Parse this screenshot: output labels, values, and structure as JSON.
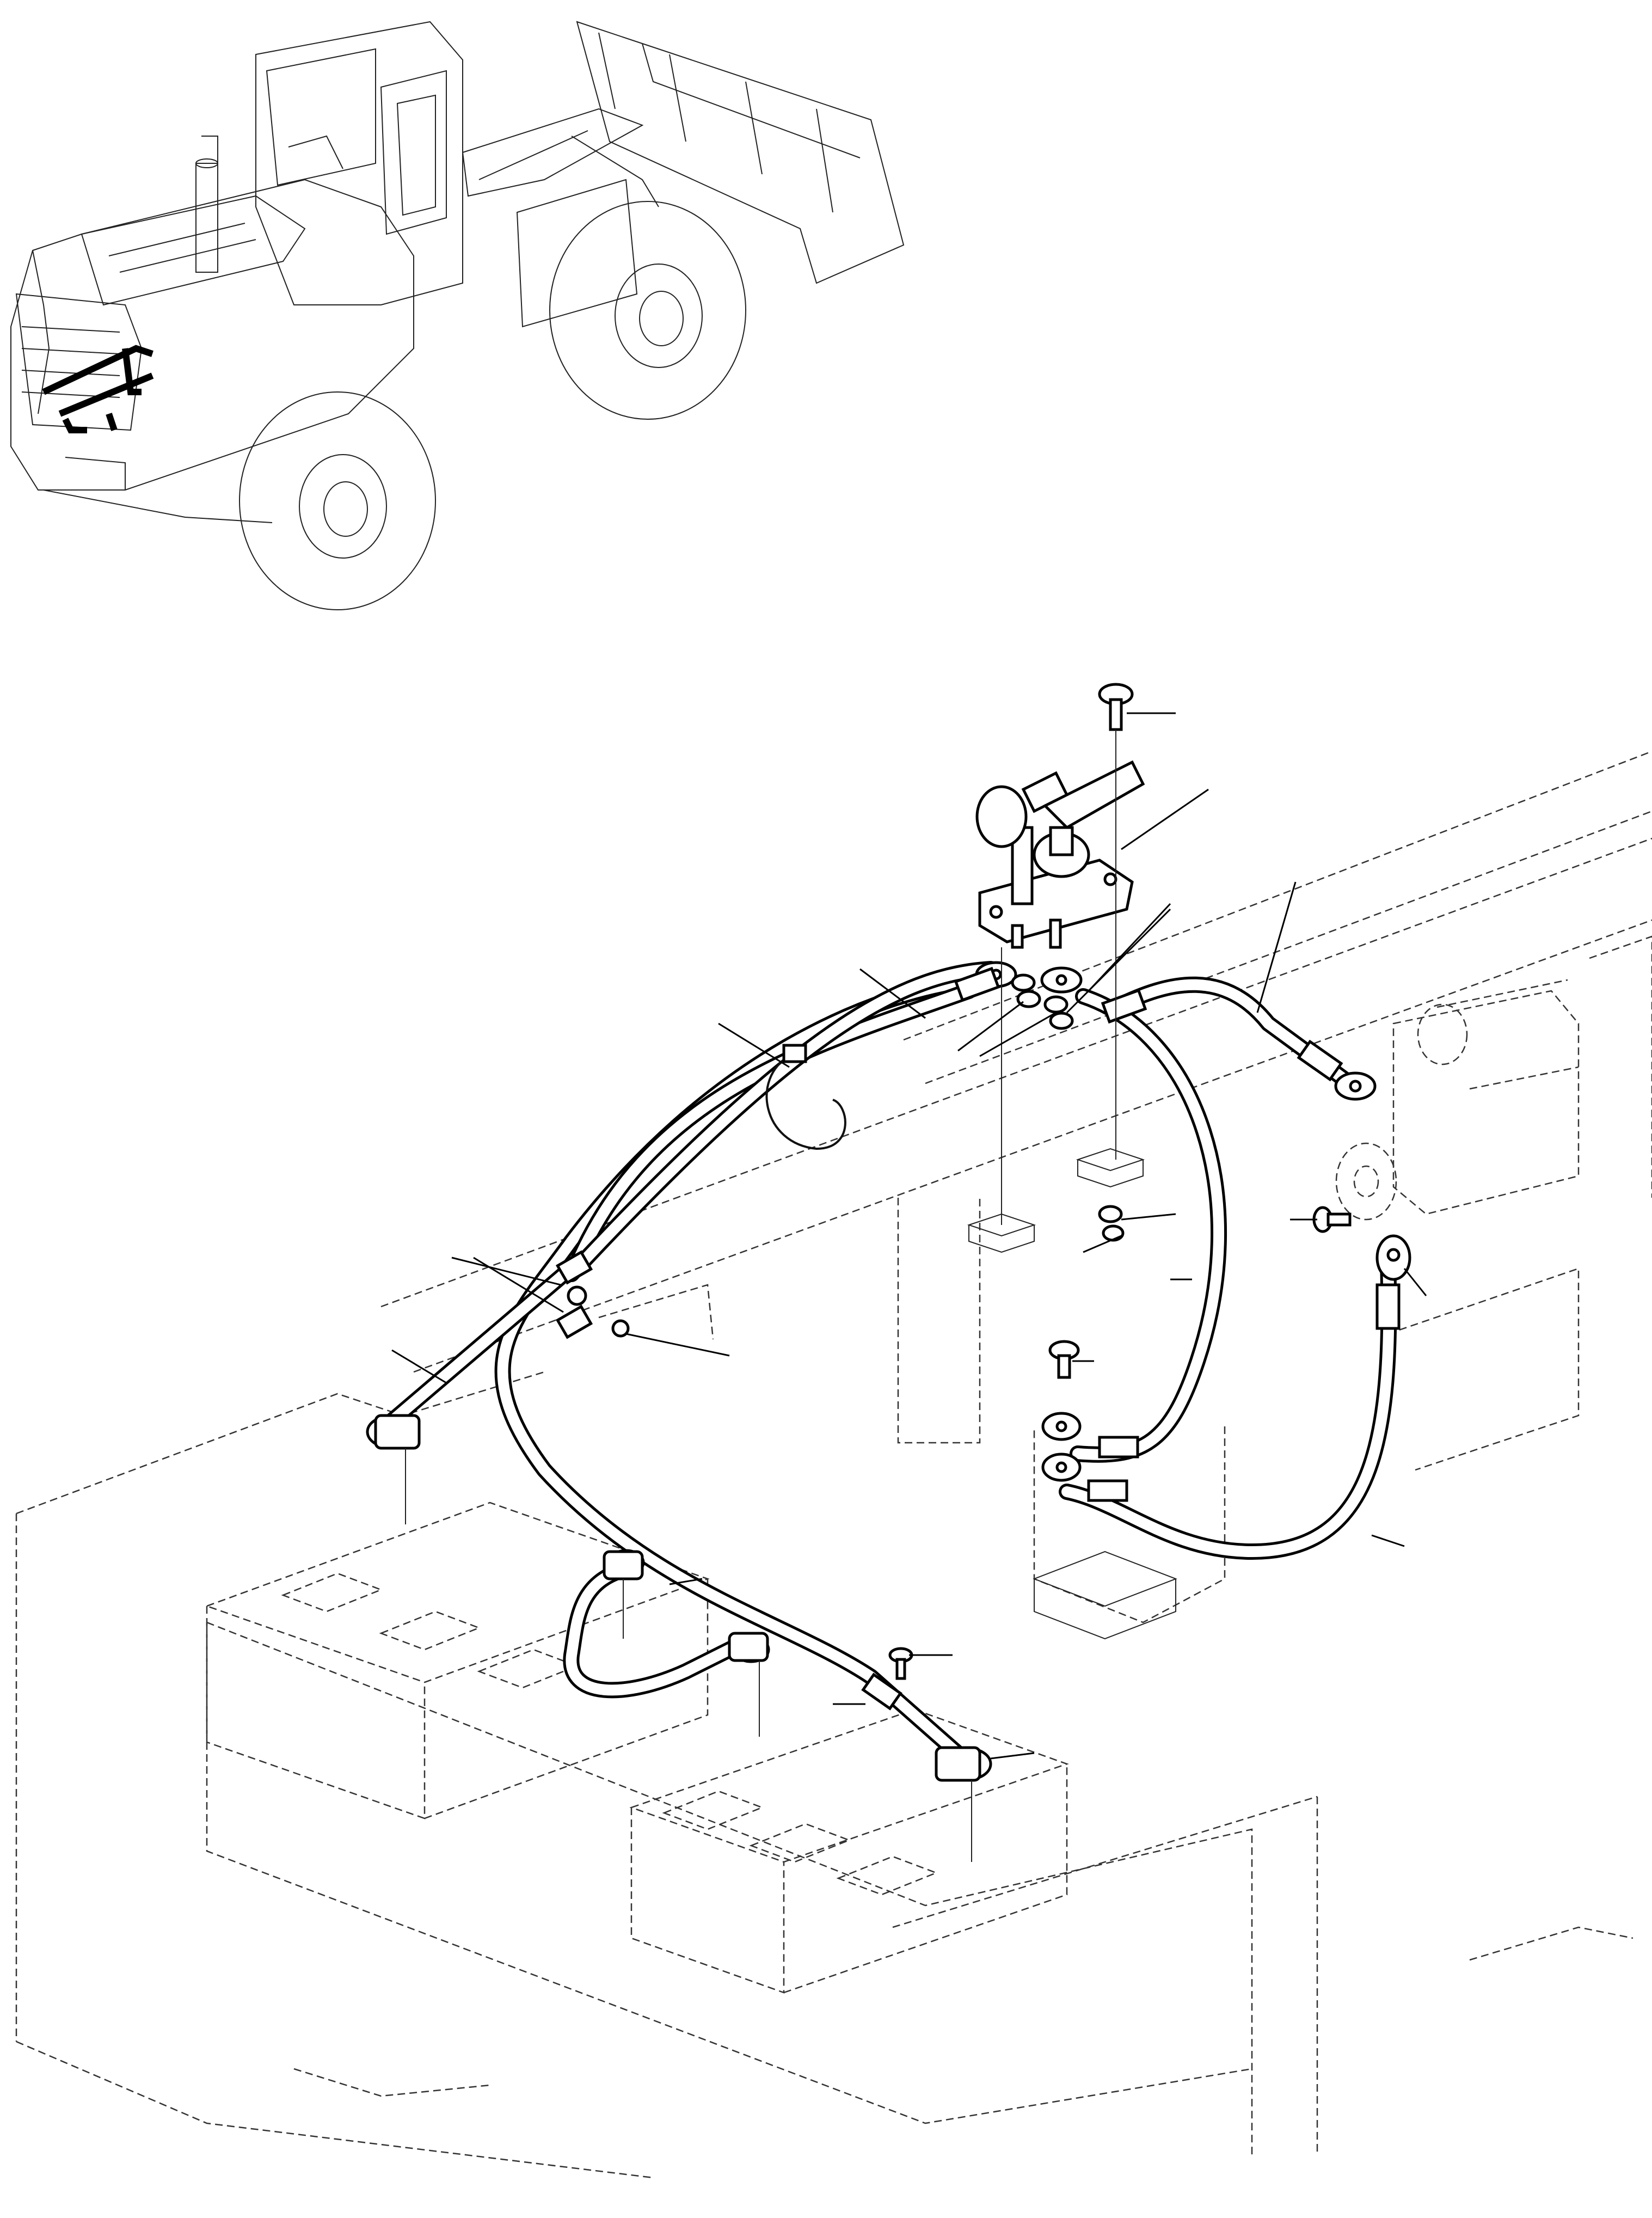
{
  "drawing": {
    "colors": {
      "line": "#000000",
      "background": "#ffffff",
      "hidden_line": "#333333"
    },
    "views": [
      {
        "name": "machine-location-view",
        "content": "wheel-loader-overview"
      },
      {
        "name": "exploded-assembly-view",
        "content": "battery-cables-and-main-switch"
      }
    ]
  }
}
